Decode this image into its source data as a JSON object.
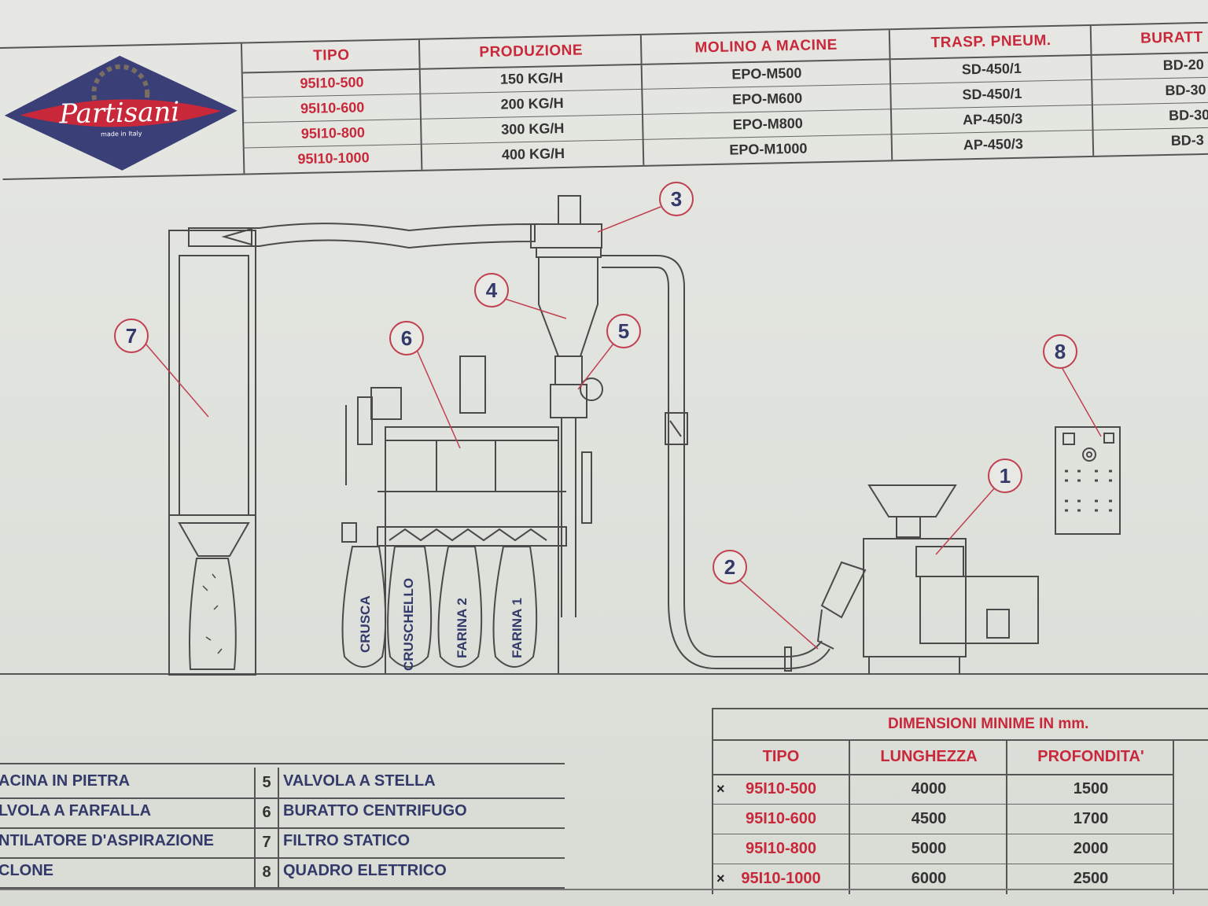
{
  "brand": {
    "name": "Partisani",
    "tagline": "made in Italy"
  },
  "spec_table": {
    "headers": [
      "TIPO",
      "PRODUZIONE",
      "MOLINO A MACINE",
      "TRASP. PNEUM.",
      "BURATT"
    ],
    "rows": [
      [
        "95I10-500",
        "150 KG/H",
        "EPO-M500",
        "SD-450/1",
        "BD-20"
      ],
      [
        "95I10-600",
        "200 KG/H",
        "EPO-M600",
        "SD-450/1",
        "BD-30"
      ],
      [
        "95I10-800",
        "300 KG/H",
        "EPO-M800",
        "AP-450/3",
        "BD-30"
      ],
      [
        "95I10-1000",
        "400 KG/H",
        "EPO-M1000",
        "AP-450/3",
        "BD-3"
      ]
    ]
  },
  "callouts": [
    "1",
    "2",
    "3",
    "4",
    "5",
    "6",
    "7",
    "8"
  ],
  "bags": [
    "CRUSCA",
    "CRUSCHELLO",
    "FARINA 2",
    "FARINA 1"
  ],
  "legend": [
    {
      "left": "ACINA IN PIETRA",
      "num": "5",
      "right": "VALVOLA A STELLA"
    },
    {
      "left": "LVOLA A FARFALLA",
      "num": "6",
      "right": "BURATTO CENTRIFUGO"
    },
    {
      "left": "NTILATORE D'ASPIRAZIONE",
      "num": "7",
      "right": "FILTRO STATICO"
    },
    {
      "left": "CLONE",
      "num": "8",
      "right": "QUADRO ELETTRICO"
    }
  ],
  "dimensions": {
    "title": "DIMENSIONI MINIME IN mm.",
    "headers": [
      "TIPO",
      "LUNGHEZZA",
      "PROFONDITA'"
    ],
    "rows": [
      {
        "tipo": "95I10-500",
        "lunghezza": "4000",
        "profondita": "1500",
        "marked": true
      },
      {
        "tipo": "95I10-600",
        "lunghezza": "4500",
        "profondita": "1700",
        "marked": false
      },
      {
        "tipo": "95I10-800",
        "lunghezza": "5000",
        "profondita": "2000",
        "marked": false
      },
      {
        "tipo": "95I10-1000",
        "lunghezza": "6000",
        "profondita": "2500",
        "marked": true
      }
    ],
    "mark_symbol": "×"
  }
}
